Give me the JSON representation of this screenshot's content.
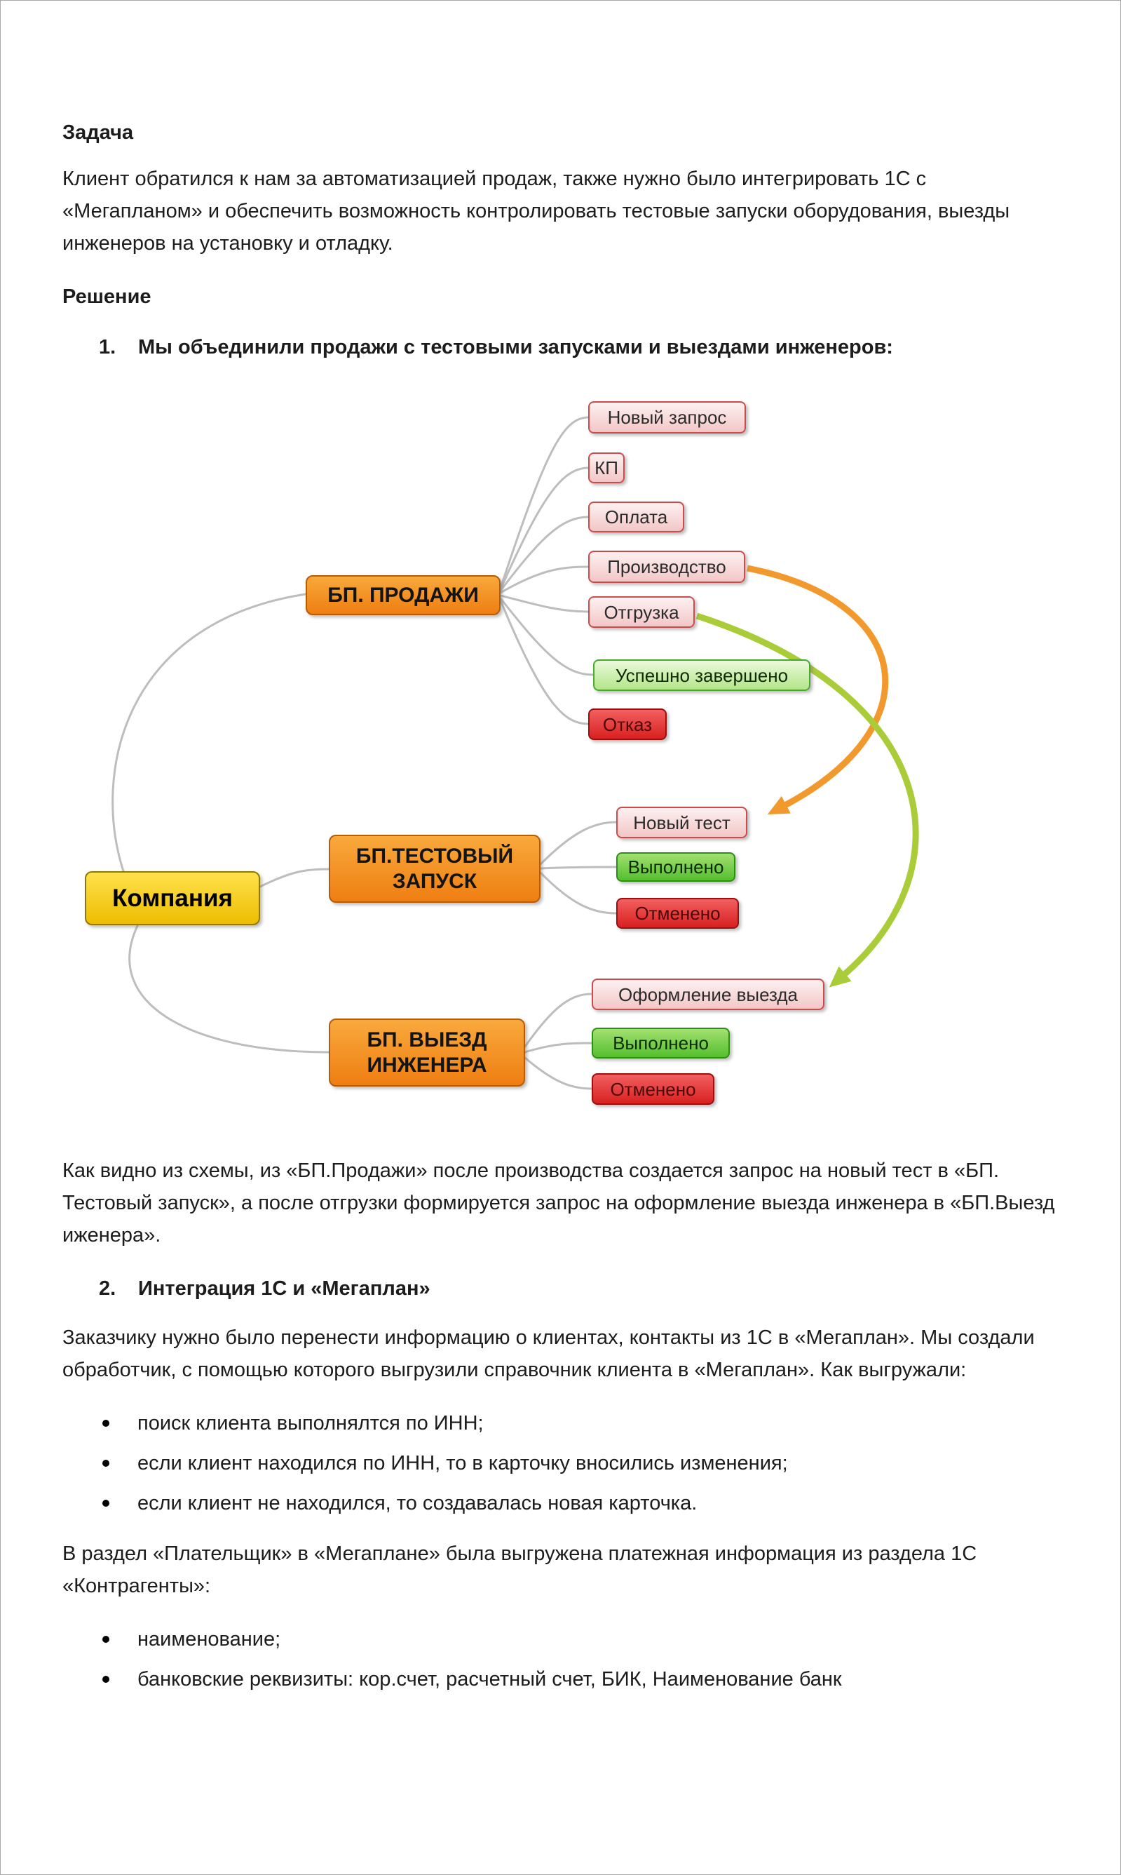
{
  "document": {
    "headings": {
      "task": "Задача",
      "solution": "Решение"
    },
    "paragraphs": {
      "intro": "Клиент обратился к нам за автоматизацией продаж, также нужно было интегрировать 1С с «Мегапланом» и обеспечить возможность контролировать тестовые запуски оборудования, выезды инженеров на установку и отладку.",
      "after_diagram": "Как видно из схемы, из «БП.Продажи» после производства создается запрос на новый тест в «БП. Тестовый запуск», а после отгрузки формируется запрос на оформление выезда инженера в «БП.Выезд иженера».",
      "integration_intro": "Заказчику нужно было перенести информацию о клиентах, контакты из 1С в «Мегаплан». Мы создали обработчик, с помощью которого выгрузили справочник клиента в «Мегаплан». Как выгружали:",
      "payer_intro": "В раздел «Плательщик» в «Мегаплане» была выгружена платежная информация из раздела 1С «Контрагенты»:"
    },
    "list_items": {
      "item1": {
        "number": "1.",
        "text": "Мы объединили продажи с тестовыми запусками и выездами инженеров:"
      },
      "item2": {
        "number": "2.",
        "text": "Интеграция 1С и «Мегаплан»"
      }
    },
    "bullets_upload": [
      "поиск клиента выполнялтся по ИНН;",
      "если клиент находился по ИНН, то в карточку вносились изменения;",
      "если клиент не находился, то создавалась новая карточка."
    ],
    "bullets_payer": [
      "наименование;",
      "банковские реквизиты: кор.счет, расчетный счет, БИК, Наименование банк"
    ]
  },
  "diagram": {
    "root": {
      "label": "Компания"
    },
    "sales": {
      "label": "БП. ПРОДАЖИ",
      "children": [
        "Новый запрос",
        "КП",
        "Оплата",
        "Производство",
        "Отгрузка",
        "Успешно завершено",
        "Отказ"
      ]
    },
    "test": {
      "label": "БП.ТЕСТОВЫЙ ЗАПУСК",
      "children": [
        "Новый тест",
        "Выполнено",
        "Отменено"
      ]
    },
    "visit": {
      "label": "БП. ВЫЕЗД ИНЖЕНЕРА",
      "children": [
        "Оформление выезда",
        "Выполнено",
        "Отменено"
      ]
    },
    "colors": {
      "branch_orange": "#f08c1e",
      "root_yellow": "#f2c40d",
      "stage_pink_border": "#cf4a4a",
      "done_green": "#55bf2e",
      "cancel_red": "#d92020",
      "arrow_orange": "#f2992e",
      "arrow_green": "#a9cc38",
      "wire_gray": "#bdbdbd"
    }
  }
}
